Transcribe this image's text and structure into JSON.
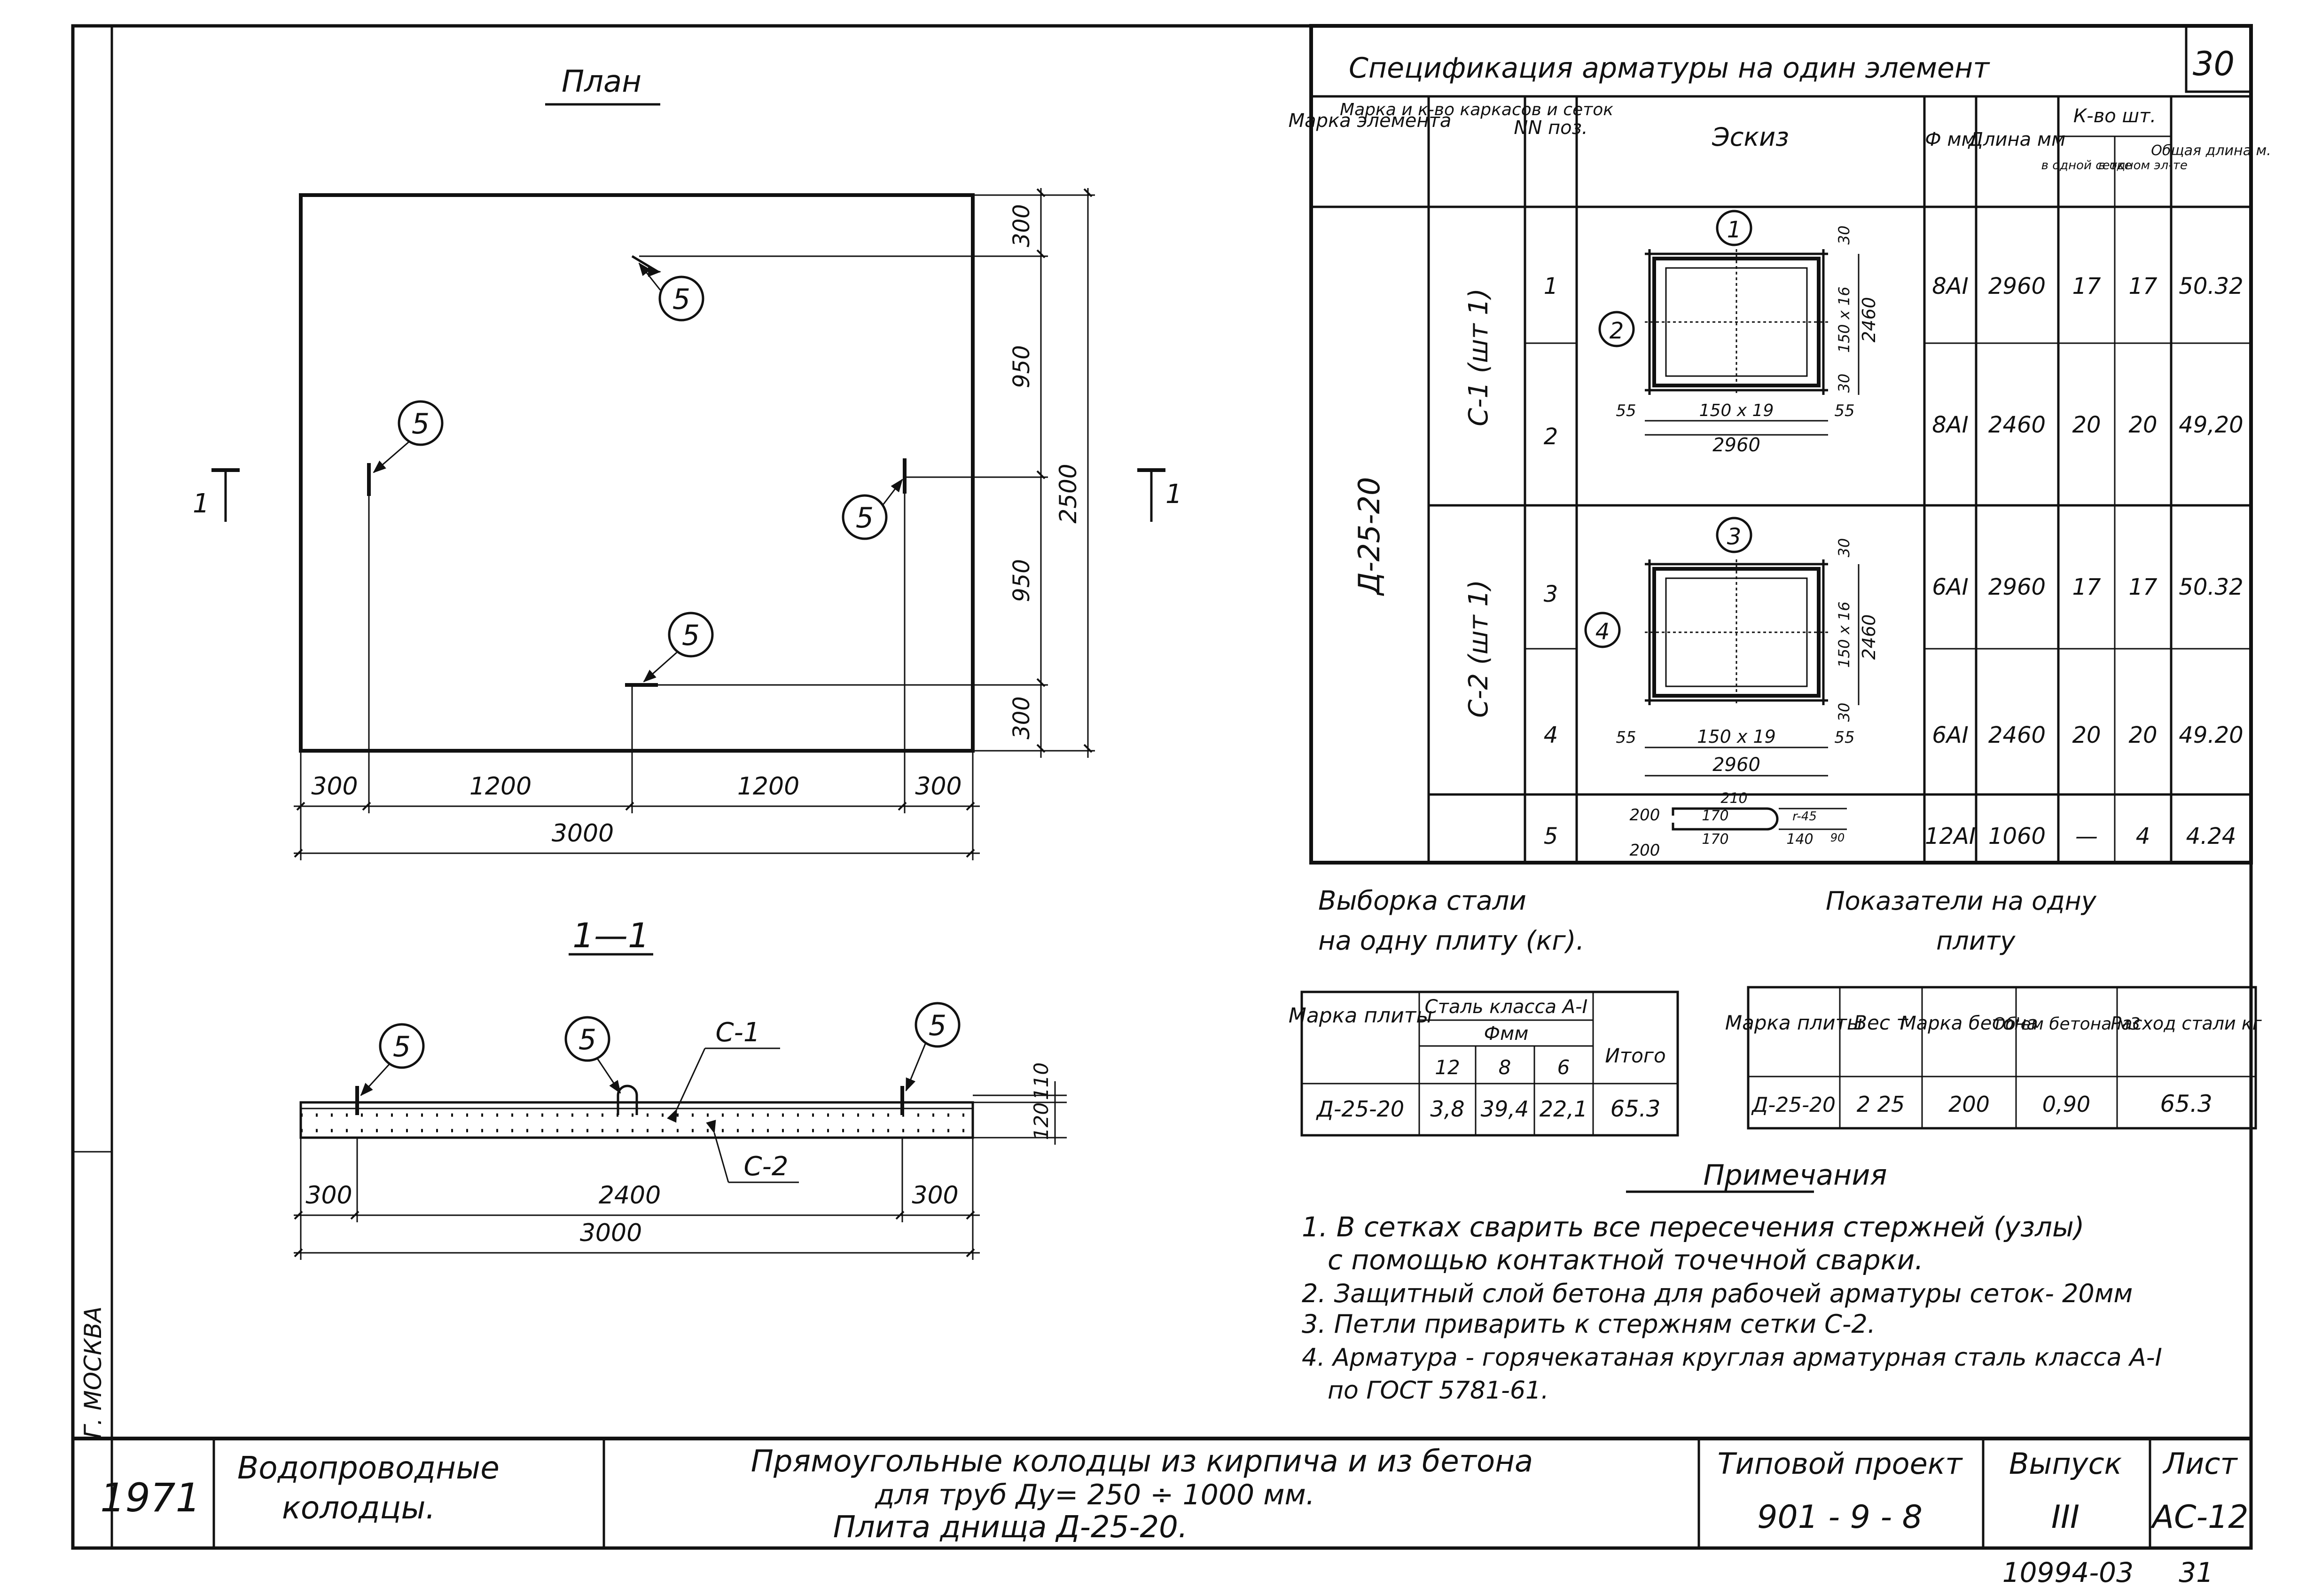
{
  "sheet_no_corner": "30",
  "city_stamp": "Г. МОСКВА",
  "archive_no": "10994-03",
  "archive_sheet": "31",
  "plan": {
    "title": "План",
    "section_mark_left": "1",
    "section_mark_right": "1",
    "callout": "5",
    "dim_bottom": [
      "300",
      "1200",
      "1200",
      "300"
    ],
    "dim_total": "3000",
    "dim_right": [
      "300",
      "950",
      "950",
      "300"
    ],
    "dim_right_total": "2500"
  },
  "section": {
    "title": "1—1",
    "callout": "5",
    "label_c1": "С-1",
    "label_c2": "С-2",
    "dim_bottom": [
      "300",
      "2400",
      "300"
    ],
    "dim_total": "3000",
    "dim_thk_top": "110",
    "dim_thk": "120"
  },
  "spec": {
    "title": "Спецификация арматуры на один элемент",
    "headers": {
      "mark": "Марка элемента",
      "mark_qty": "Марка и к-во каркасов и сеток",
      "pos": "NN поз.",
      "sketch": "Эскиз",
      "dia": "Ф мм",
      "length": "Длина мм",
      "qty_group": "К-во шт.",
      "qty_mesh": "в одной сетке",
      "qty_elem": "в одном эл-те",
      "total": "Общая длина м."
    },
    "element_mark": "Д-25-20",
    "group1": "С-1 (шт 1)",
    "group2": "С-2 (шт 1)",
    "rows": [
      {
        "pos": "1",
        "dia": "8AI",
        "len": "2960",
        "qm": "17",
        "qe": "17",
        "tot": "50.32"
      },
      {
        "pos": "2",
        "dia": "8AI",
        "len": "2460",
        "qm": "20",
        "qe": "20",
        "tot": "49,20"
      },
      {
        "pos": "3",
        "dia": "6AI",
        "len": "2960",
        "qm": "17",
        "qe": "17",
        "tot": "50.32"
      },
      {
        "pos": "4",
        "dia": "6AI",
        "len": "2460",
        "qm": "20",
        "qe": "20",
        "tot": "49.20"
      },
      {
        "pos": "5",
        "dia": "12AI",
        "len": "1060",
        "qm": "—",
        "qe": "4",
        "tot": "4.24"
      }
    ],
    "sketch_labels": {
      "m1": "1",
      "m2": "2",
      "m3": "3",
      "m4": "4",
      "d30": "30",
      "d55": "55",
      "step_x": "150 x 19",
      "w2960": "2960",
      "step_y": "150 x 16",
      "h2460": "2460",
      "l5": [
        "210",
        "200",
        "170",
        "170",
        "200",
        "140",
        "r-45",
        "90"
      ]
    }
  },
  "steel": {
    "title_l1": "Выборка стали",
    "title_l2": "на одну плиту (кг).",
    "h_mark": "Марка плиты",
    "h_class": "Сталь класса А-I",
    "h_fmm": "Фмм",
    "h_d": [
      "12",
      "8",
      "6"
    ],
    "h_total": "Итого",
    "row": [
      "Д-25-20",
      "3,8",
      "39,4",
      "22,1",
      "65.3"
    ]
  },
  "ind": {
    "title_l1": "Показатели на одну",
    "title_l2": "плиту",
    "headers": [
      "Марка плиты",
      "Вес т",
      "Марка бетона",
      "Об'ем бетона м3",
      "Расход стали кг"
    ],
    "row": [
      "Д-25-20",
      "2 25",
      "200",
      "0,90",
      "65.3"
    ]
  },
  "notes": {
    "title": "Примечания",
    "lines": [
      "1. В сетках сварить все пересечения стержней (узлы)",
      "с помощью контактной точечной сварки.",
      "2. Защитный слой бетона для рабочей арматуры сеток- 20мм",
      "3. Петли приварить к стержням сетки С-2.",
      "4. Арматура - горячекатаная круглая арматурная сталь класса А-I",
      "по ГОСТ 5781-61."
    ]
  },
  "titleblock": {
    "year": "1971",
    "category_l1": "Водопроводные",
    "category_l2": "колодцы.",
    "desc_l1": "Прямоугольные колодцы из кирпича и из бетона",
    "desc_l2": "для труб Ду= 250 ÷ 1000 мм.",
    "desc_l3": "Плита днища   Д-25-20.",
    "proj_label": "Типовой проект",
    "proj_no": "901 - 9 - 8",
    "issue_label": "Выпуск",
    "issue_no": "III",
    "sheet_label": "Лист",
    "sheet_no": "АС-12"
  }
}
